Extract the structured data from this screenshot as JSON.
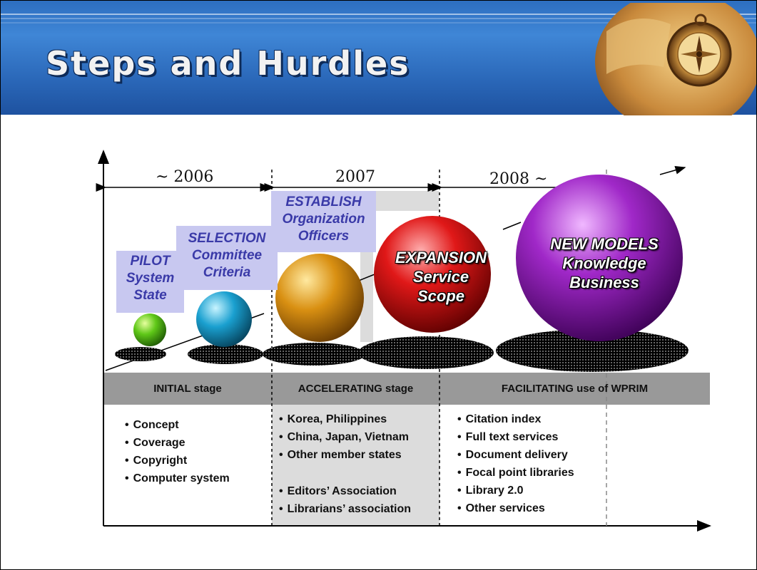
{
  "slide": {
    "title": "Steps and Hurdles"
  },
  "timeline": {
    "periods": [
      "~ 2006",
      "2007",
      "2008 ~"
    ]
  },
  "stages": [
    {
      "label": "INITIAL stage",
      "items": [
        "Concept",
        "Coverage",
        "Copyright",
        "Computer system"
      ]
    },
    {
      "label": "ACCELERATING stage",
      "items": [
        "Korea, Philippines",
        "China, Japan, Vietnam",
        "Other member states",
        "",
        "Editors’ Association",
        "Librarians’ association"
      ]
    },
    {
      "label": "FACILITATING use of WPRIM",
      "items": [
        "Citation index",
        "Full text services",
        "Document delivery",
        "Focal point libraries",
        "Library 2.0",
        "Other services"
      ]
    }
  ],
  "steps": [
    {
      "lines": [
        "PILOT",
        "System",
        "State"
      ],
      "color": "green"
    },
    {
      "lines": [
        "SELECTION",
        "Committee",
        "Criteria"
      ],
      "color": "cyan"
    },
    {
      "lines": [
        "ESTABLISH",
        "Organization",
        "Officers"
      ],
      "color": "orange"
    },
    {
      "lines": [
        "EXPANSION",
        "Service",
        "Scope"
      ],
      "color": "red"
    },
    {
      "lines": [
        "NEW MODELS",
        "Knowledge",
        "Business"
      ],
      "color": "purple"
    }
  ],
  "colors": {
    "header": "#2d6ec0",
    "label_box": "#c8c8f0",
    "label_text": "#3a3aa8",
    "stage_bar": "#999999",
    "accelerating_column": "#dcdcdc"
  }
}
